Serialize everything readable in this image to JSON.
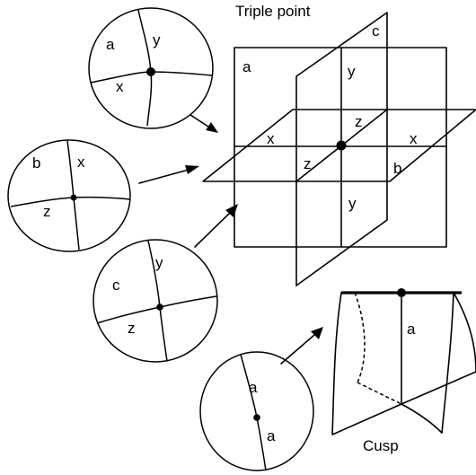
{
  "titles": {
    "triple_point": "Triple point",
    "cusp": "Cusp"
  },
  "circle_top": {
    "a": "a",
    "y": "y",
    "x": "x"
  },
  "circle_left": {
    "b": "b",
    "x": "x",
    "z": "z"
  },
  "circle_mid": {
    "c": "c",
    "y": "y",
    "z": "z"
  },
  "circle_bottom": {
    "a1": "a",
    "a2": "a"
  },
  "triple": {
    "a": "a",
    "c": "c",
    "y_top": "y",
    "x_left": "x",
    "z_top": "z",
    "x_right": "x",
    "z_bottom": "z",
    "b": "b",
    "y_bottom": "y"
  },
  "cusp": {
    "a": "a"
  }
}
